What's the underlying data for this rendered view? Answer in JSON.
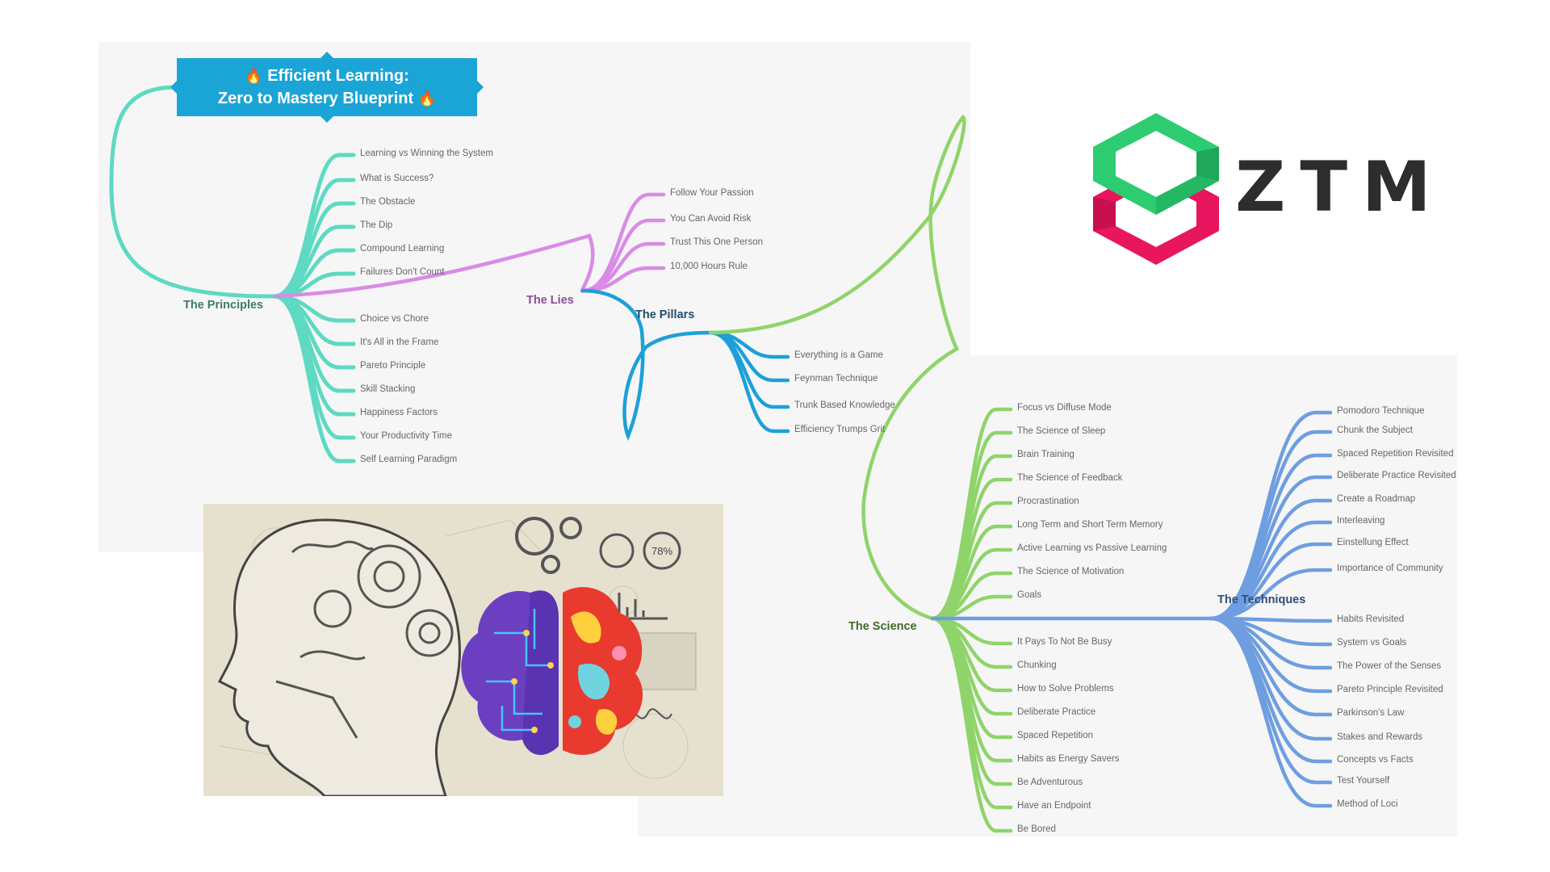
{
  "title": {
    "line1": "Efficient Learning:",
    "line2": "Zero to Mastery Blueprint",
    "flame_icon": "🔥"
  },
  "logo": {
    "text": "ZTM",
    "colors": {
      "green": "#2ecc71",
      "pink": "#e8155f",
      "dark": "#2d2d2d"
    }
  },
  "branches": {
    "principles": {
      "label": "The Principles",
      "color": "#5ed9c2",
      "items": [
        "Learning vs Winning the System",
        "What is Success?",
        "The Obstacle",
        "The Dip",
        "Compound Learning",
        "Failures Don't Count",
        "Choice vs Chore",
        "It's All in the Frame",
        "Pareto Principle",
        "Skill Stacking",
        "Happiness Factors",
        "Your Productivity Time",
        "Self Learning Paradigm"
      ]
    },
    "lies": {
      "label": "The Lies",
      "color": "#d98be6",
      "items": [
        "Follow Your Passion",
        "You Can Avoid Risk",
        "Trust This One Person",
        "10,000 Hours Rule"
      ]
    },
    "pillars": {
      "label": "The Pillars",
      "color": "#1e9fd9",
      "items": [
        "Everything is a Game",
        "Feynman Technique",
        "Trunk Based Knowledge",
        "Efficiency Trumps Grit"
      ]
    },
    "science": {
      "label": "The Science",
      "color": "#8fd46a",
      "items": [
        "Focus vs Diffuse Mode",
        "The Science of Sleep",
        "Brain Training",
        "The Science of Feedback",
        "Procrastination",
        "Long Term and Short Term Memory",
        "Active Learning vs Passive Learning",
        "The Science of Motivation",
        "Goals",
        "It Pays To Not Be Busy",
        "Chunking",
        "How to Solve Problems",
        "Deliberate Practice",
        "Spaced Repetition",
        "Habits as Energy Savers",
        "Be Adventurous",
        "Have an Endpoint",
        "Be Bored"
      ]
    },
    "techniques": {
      "label": "The Techniques",
      "color": "#6e9ee0",
      "items": [
        "Pomodoro Technique",
        "Chunk the Subject",
        "Spaced Repetition Revisited",
        "Deliberate Practice Revisited",
        "Create a Roadmap",
        "Interleaving",
        "Einstellung Effect",
        "Importance of Community",
        "Habits Revisited",
        "System vs Goals",
        "The Power of the Senses",
        "Pareto Principle Revisited",
        "Parkinson's Law",
        "Stakes and Rewards",
        "Concepts vs Facts",
        "Test Yourself",
        "Method of Loci"
      ]
    }
  },
  "illustration": {
    "gauge_text": "78%"
  }
}
